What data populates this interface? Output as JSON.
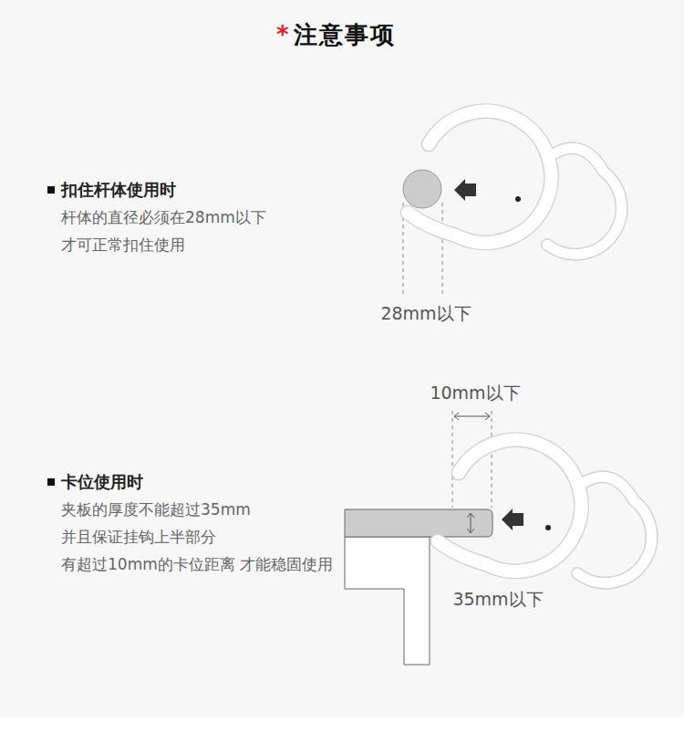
{
  "diagram": {
    "title": "注意事项",
    "labels": [
      "*",
      "扣住杆体使用时",
      "杆体的直径必须在28mm以下 才可正常扣住使用",
      "28mm以下",
      "卡位使用时",
      "夹板的厚度不能超过35mm 并且保证挂钩上半部分 有超过10mm的卡位距离 才能稳固使用",
      "10mm以下",
      "35mm以下"
    ]
  }
}
